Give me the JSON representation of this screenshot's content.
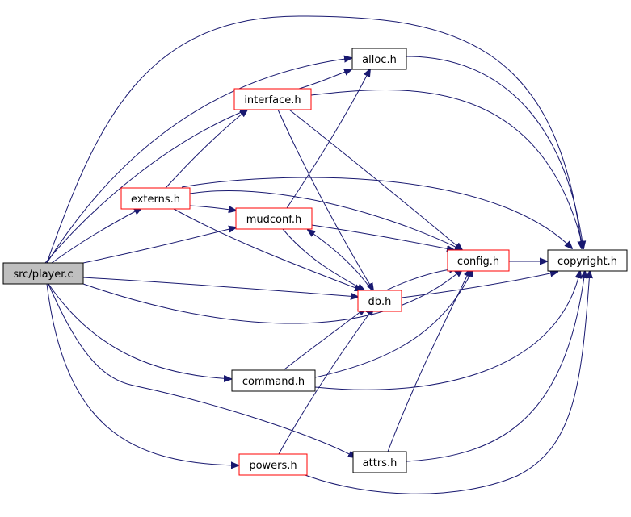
{
  "graph": {
    "colors": {
      "edge": "#191970",
      "root_fill": "#bfbfbf",
      "normal_border": "#000000",
      "incomplete_border": "#ff0000",
      "background": "#ffffff"
    },
    "nodes": [
      {
        "id": "player_c",
        "label": "src/player.c",
        "style": "root"
      },
      {
        "id": "alloc_h",
        "label": "alloc.h",
        "style": "normal"
      },
      {
        "id": "interface_h",
        "label": "interface.h",
        "style": "incomplete"
      },
      {
        "id": "externs_h",
        "label": "externs.h",
        "style": "incomplete"
      },
      {
        "id": "mudconf_h",
        "label": "mudconf.h",
        "style": "incomplete"
      },
      {
        "id": "config_h",
        "label": "config.h",
        "style": "incomplete"
      },
      {
        "id": "copyright_h",
        "label": "copyright.h",
        "style": "normal"
      },
      {
        "id": "db_h",
        "label": "db.h",
        "style": "incomplete"
      },
      {
        "id": "command_h",
        "label": "command.h",
        "style": "normal"
      },
      {
        "id": "attrs_h",
        "label": "attrs.h",
        "style": "normal"
      },
      {
        "id": "powers_h",
        "label": "powers.h",
        "style": "incomplete"
      }
    ],
    "edges": [
      {
        "from": "player_c",
        "to": "alloc_h"
      },
      {
        "from": "player_c",
        "to": "interface_h"
      },
      {
        "from": "player_c",
        "to": "externs_h"
      },
      {
        "from": "player_c",
        "to": "mudconf_h"
      },
      {
        "from": "player_c",
        "to": "db_h"
      },
      {
        "from": "player_c",
        "to": "config_h"
      },
      {
        "from": "player_c",
        "to": "copyright_h"
      },
      {
        "from": "player_c",
        "to": "command_h"
      },
      {
        "from": "player_c",
        "to": "attrs_h"
      },
      {
        "from": "player_c",
        "to": "powers_h"
      },
      {
        "from": "interface_h",
        "to": "alloc_h"
      },
      {
        "from": "interface_h",
        "to": "copyright_h"
      },
      {
        "from": "interface_h",
        "to": "config_h"
      },
      {
        "from": "interface_h",
        "to": "db_h"
      },
      {
        "from": "externs_h",
        "to": "interface_h"
      },
      {
        "from": "externs_h",
        "to": "mudconf_h"
      },
      {
        "from": "externs_h",
        "to": "config_h"
      },
      {
        "from": "externs_h",
        "to": "copyright_h"
      },
      {
        "from": "externs_h",
        "to": "db_h"
      },
      {
        "from": "mudconf_h",
        "to": "alloc_h"
      },
      {
        "from": "mudconf_h",
        "to": "config_h"
      },
      {
        "from": "mudconf_h",
        "to": "db_h"
      },
      {
        "from": "alloc_h",
        "to": "copyright_h"
      },
      {
        "from": "config_h",
        "to": "copyright_h"
      },
      {
        "from": "db_h",
        "to": "config_h"
      },
      {
        "from": "db_h",
        "to": "copyright_h"
      },
      {
        "from": "db_h",
        "to": "mudconf_h"
      },
      {
        "from": "command_h",
        "to": "db_h"
      },
      {
        "from": "command_h",
        "to": "config_h"
      },
      {
        "from": "command_h",
        "to": "copyright_h"
      },
      {
        "from": "attrs_h",
        "to": "config_h"
      },
      {
        "from": "attrs_h",
        "to": "copyright_h"
      },
      {
        "from": "powers_h",
        "to": "db_h"
      },
      {
        "from": "powers_h",
        "to": "copyright_h"
      }
    ]
  }
}
